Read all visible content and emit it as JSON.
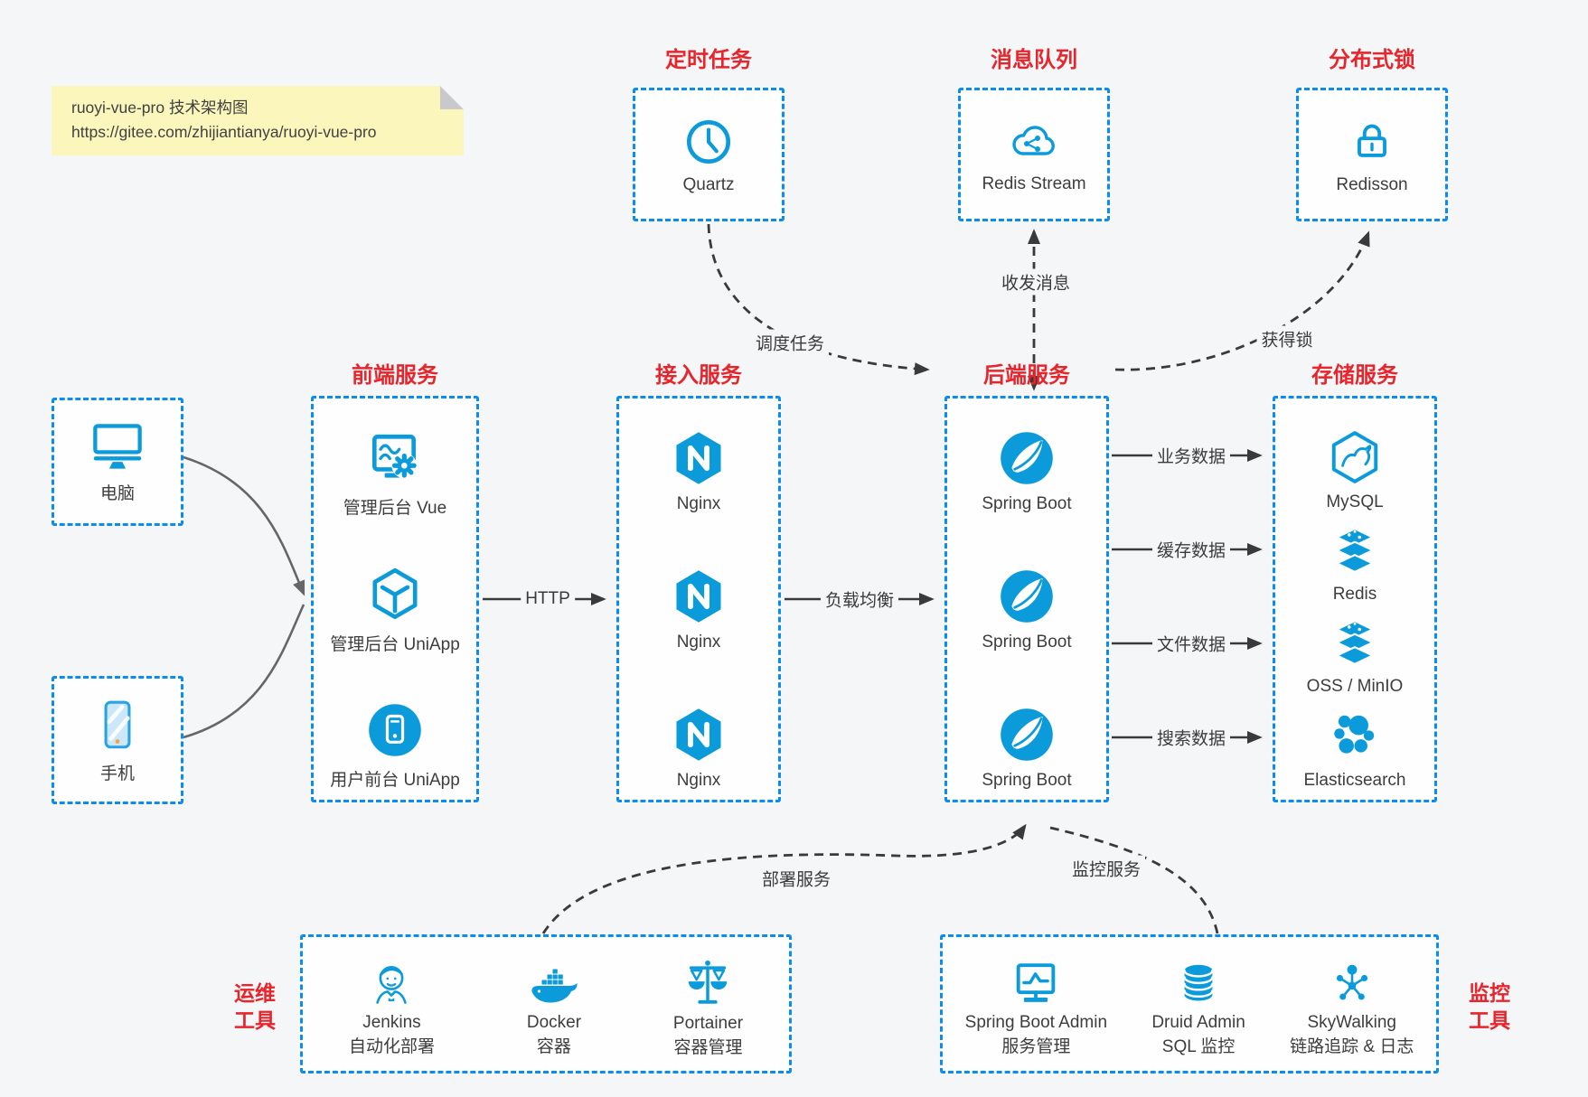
{
  "colors": {
    "canvas_bg": "#f5f6f7",
    "accent_blue": "#0b8cf0",
    "icon_blue": "#0b9bdb",
    "title_red": "#e7252c",
    "note_bg": "#fbf6bc",
    "note_fold": "#c9c9cd",
    "line_dark": "#3a3a3a",
    "line_grey": "#666666"
  },
  "note": {
    "line1": "ruoyi-vue-pro 技术架构图",
    "line2": "https://gitee.com/zhijiantianya/ruoyi-vue-pro"
  },
  "top_groups": [
    {
      "title": "定时任务",
      "item": {
        "icon": "clock-icon",
        "label": "Quartz"
      }
    },
    {
      "title": "消息队列",
      "item": {
        "icon": "cloud-mq-icon",
        "label": "Redis Stream"
      }
    },
    {
      "title": "分布式锁",
      "item": {
        "icon": "lock-icon",
        "label": "Redisson"
      }
    }
  ],
  "clients": [
    {
      "icon": "desktop-icon",
      "label": "电脑"
    },
    {
      "icon": "phone-icon",
      "label": "手机"
    }
  ],
  "columns": [
    {
      "title": "前端服务",
      "items": [
        {
          "icon": "admin-vue-icon",
          "label": "管理后台 Vue"
        },
        {
          "icon": "cube-icon",
          "label": "管理后台 UniApp"
        },
        {
          "icon": "user-app-icon",
          "label": "用户前台 UniApp"
        }
      ]
    },
    {
      "title": "接入服务",
      "items": [
        {
          "icon": "nginx-icon",
          "label": "Nginx"
        },
        {
          "icon": "nginx-icon",
          "label": "Nginx"
        },
        {
          "icon": "nginx-icon",
          "label": "Nginx"
        }
      ]
    },
    {
      "title": "后端服务",
      "items": [
        {
          "icon": "spring-icon",
          "label": "Spring Boot"
        },
        {
          "icon": "spring-icon",
          "label": "Spring Boot"
        },
        {
          "icon": "spring-icon",
          "label": "Spring Boot"
        }
      ]
    },
    {
      "title": "存储服务",
      "items": [
        {
          "icon": "mysql-icon",
          "label": "MySQL"
        },
        {
          "icon": "redis-stack-icon",
          "label": "Redis"
        },
        {
          "icon": "redis-stack-icon",
          "label": "OSS / MinIO"
        },
        {
          "icon": "elasticsearch-icon",
          "label": "Elasticsearch"
        }
      ]
    }
  ],
  "edges": {
    "http": "HTTP",
    "load_balance": "负载均衡",
    "schedule": "调度任务",
    "message": "收发消息",
    "lock": "获得锁",
    "deploy": "部署服务",
    "monitor": "监控服务",
    "data_links": [
      "业务数据",
      "缓存数据",
      "文件数据",
      "搜索数据"
    ]
  },
  "bottom_groups": [
    {
      "side_label": [
        "运维",
        "工具"
      ],
      "items": [
        {
          "icon": "jenkins-icon",
          "name": "Jenkins",
          "desc": "自动化部署"
        },
        {
          "icon": "docker-icon",
          "name": "Docker",
          "desc": "容器"
        },
        {
          "icon": "portainer-icon",
          "name": "Portainer",
          "desc": "容器管理"
        }
      ]
    },
    {
      "side_label": [
        "监控",
        "工具"
      ],
      "items": [
        {
          "icon": "sba-icon",
          "name": "Spring Boot Admin",
          "desc": "服务管理"
        },
        {
          "icon": "druid-icon",
          "name": "Druid Admin",
          "desc": "SQL 监控"
        },
        {
          "icon": "skywalking-icon",
          "name": "SkyWalking",
          "desc": "链路追踪 & 日志"
        }
      ]
    }
  ]
}
